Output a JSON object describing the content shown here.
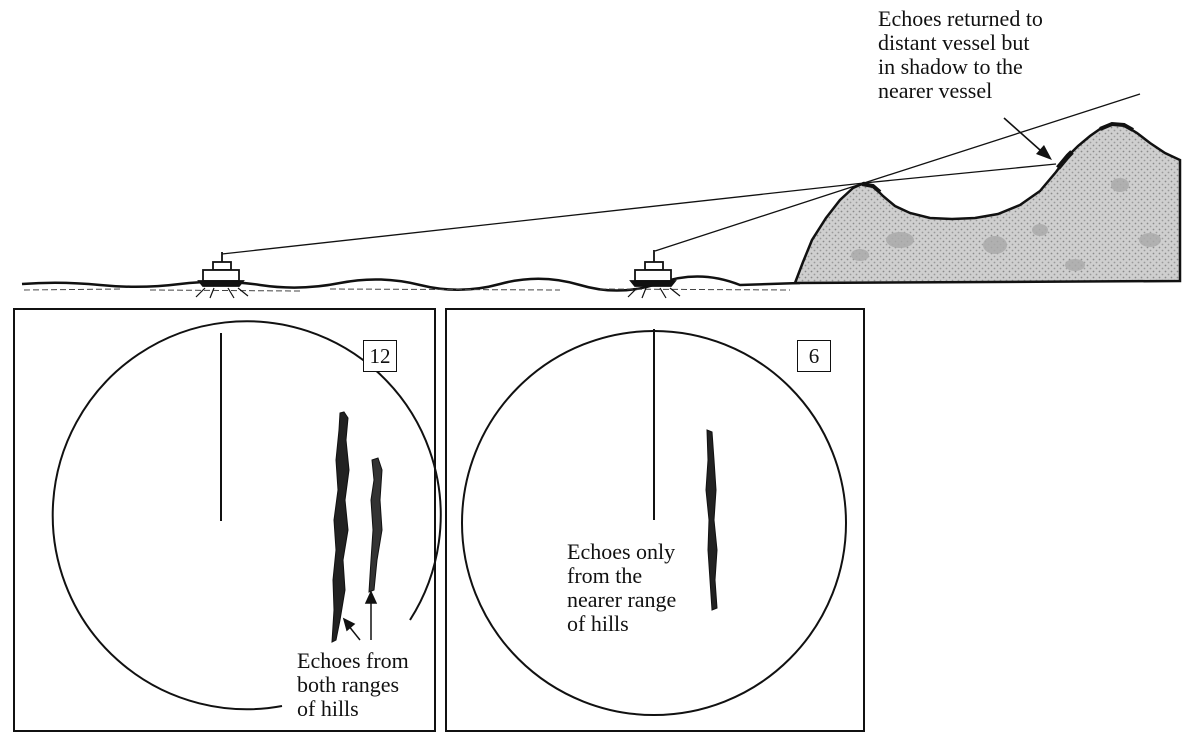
{
  "annotations": {
    "shadow_note": [
      "Echoes returned to",
      "distant vessel but",
      "in shadow to the",
      "nearer vessel"
    ],
    "both_ranges_note": [
      "Echoes from",
      "both ranges",
      "of hills"
    ],
    "nearer_only_note": [
      "Echoes only",
      "from the",
      "nearer range",
      "of hills"
    ]
  },
  "displays": {
    "left_range": "12",
    "right_range": "6"
  },
  "colors": {
    "ink": "#111111",
    "hill_fill": "#bdbdbd",
    "background": "#ffffff"
  }
}
